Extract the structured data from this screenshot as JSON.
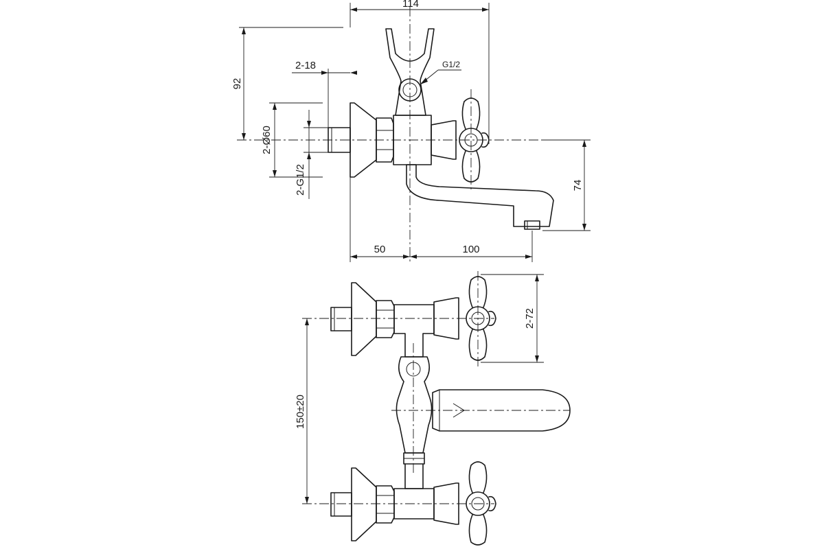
{
  "dimensions": {
    "width_top": "114",
    "height_92": "92",
    "inlet_18": "2-18",
    "thread_g12": "G1/2",
    "flange_diameter": "2-Ø60",
    "inlet_thread": "2-G1/2",
    "spout_height": "74",
    "wall_offset": "50",
    "spout_reach": "100",
    "handle_span": "2-72",
    "center_distance": "150±20"
  }
}
